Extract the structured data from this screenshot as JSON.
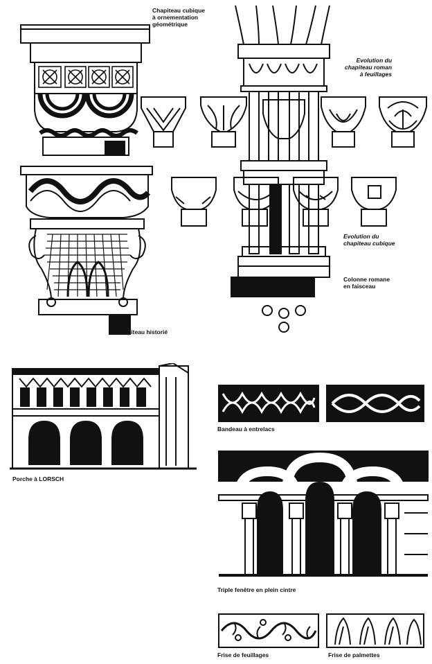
{
  "labels": {
    "cubic_geometric": "Chapiteau cubique\nà ornementation\ngéométrique",
    "roman_foliage": "Evolution du\nchapiteau roman\nà feuillages",
    "cubic_evolution": "Evolution du\nchapiteau cubique",
    "clustered_column": "Colonne romane\nen faisceau",
    "historiated": "Chapiteau historié",
    "lorsch": "Porche à LORSCH",
    "interlace": "Bandeau à entrelacs",
    "triple_window": "Triple fenêtre en plein cintre",
    "foliage_frieze": "Frise de feuillages",
    "palmette_frieze": "Frise de palmettes"
  },
  "colors": {
    "ink": "#111111",
    "paper": "#ffffff"
  }
}
